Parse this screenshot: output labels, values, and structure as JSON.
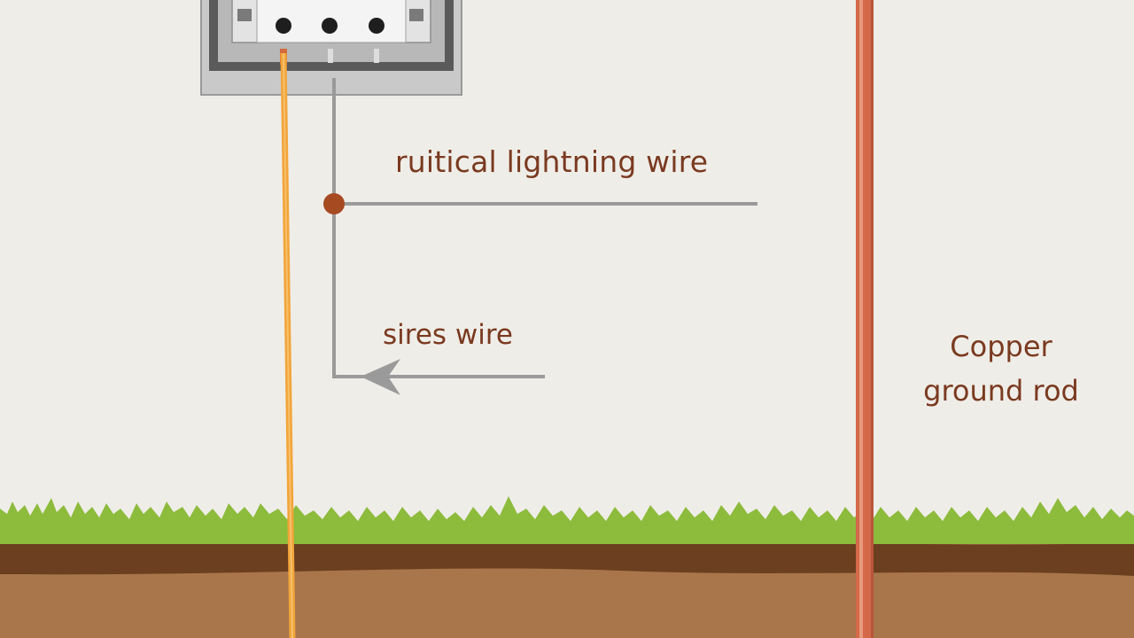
{
  "labels": {
    "lightning_wire": "ruitical lightning wire",
    "sires_wire": "sires wire",
    "copper_rod_line1": "Copper",
    "copper_rod_line2": "ground rod"
  },
  "colors": {
    "background": "#efede8",
    "orange_wire": "#f2a53a",
    "gray_wire": "#9a9a9a",
    "copper_rod": "#d4694a",
    "junction_dot": "#a64a22",
    "grass": "#8dbb3c",
    "soil_top": "#6b3f1f",
    "soil": "#a8764a",
    "text": "#7a3a20"
  },
  "icons": {
    "junction": "junction-dot-icon",
    "arrow": "arrow-left-icon",
    "panel": "electrical-panel-icon"
  }
}
